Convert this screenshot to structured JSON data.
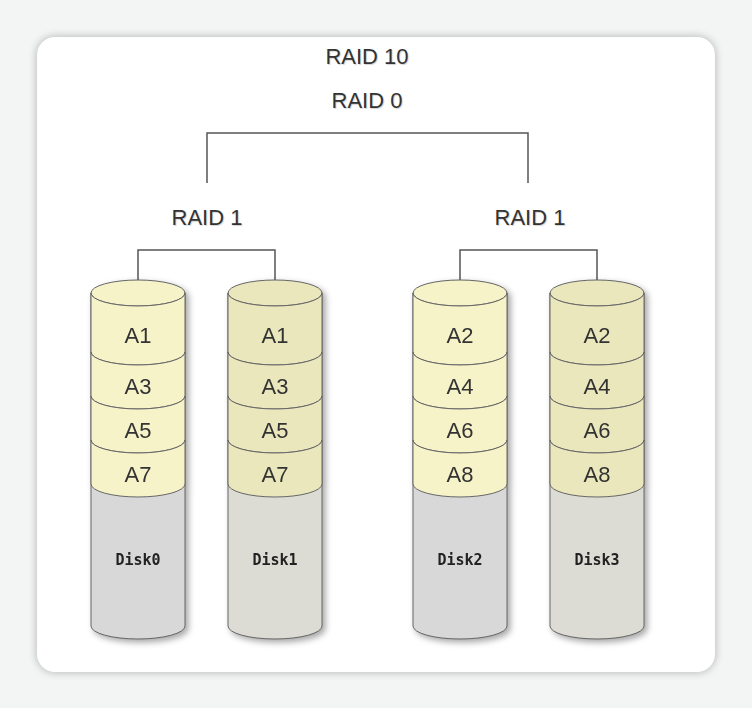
{
  "diagram": {
    "title": "RAID 10",
    "nodes": [
      {
        "text": [
          "Disk0"
        ]
      },
      {
        "text": [
          "A1"
        ],
        "in": 0
      },
      {
        "text": [
          "A3"
        ],
        "in": 0
      },
      {
        "text": [
          "A5"
        ],
        "in": 0
      },
      {
        "text": [
          "A7"
        ],
        "in": 0
      },
      {
        "text": [
          "Disk1"
        ]
      },
      {
        "text": [
          "A1"
        ],
        "in": 5
      },
      {
        "text": [
          "A3"
        ],
        "in": 5
      },
      {
        "text": [
          "A5"
        ],
        "in": 5
      },
      {
        "text": [
          "A7"
        ],
        "in": 5
      },
      {
        "text": [
          "Disk2"
        ]
      },
      {
        "text": [
          "A2"
        ],
        "in": 10
      },
      {
        "text": [
          "A4"
        ],
        "in": 10
      },
      {
        "text": [
          "A6"
        ],
        "in": 10
      },
      {
        "text": [
          "A8"
        ],
        "in": 10
      },
      {
        "text": [
          "Disk3"
        ]
      },
      {
        "text": [
          "A2"
        ],
        "in": 15
      },
      {
        "text": [
          "A4"
        ],
        "in": 15
      },
      {
        "text": [
          "A6"
        ],
        "in": 15
      },
      {
        "text": [
          "A8"
        ],
        "in": 15
      }
    ],
    "labels": [
      "RAID 0",
      "RAID 1",
      "RAID 1"
    ]
  }
}
